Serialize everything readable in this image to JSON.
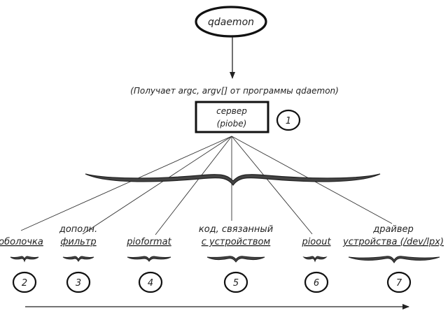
{
  "diagram": {
    "top_node": "qdaemon",
    "caption": "(Получает argc, argv[] от программы qdaemon)",
    "server": {
      "line1": "сервер",
      "line2": "(piobe)",
      "number": "1"
    },
    "children": [
      {
        "lines": [
          "оболочка"
        ],
        "number": "2"
      },
      {
        "lines": [
          "дополн.",
          "фильтр"
        ],
        "number": "3"
      },
      {
        "lines": [
          "pioformat"
        ],
        "number": "4"
      },
      {
        "lines": [
          "код, связанный",
          "с устройством"
        ],
        "number": "5"
      },
      {
        "lines": [
          "pioout"
        ],
        "number": "6"
      },
      {
        "lines": [
          "драйвер",
          "устройства (/dev/lpx)"
        ],
        "number": "7"
      }
    ]
  }
}
